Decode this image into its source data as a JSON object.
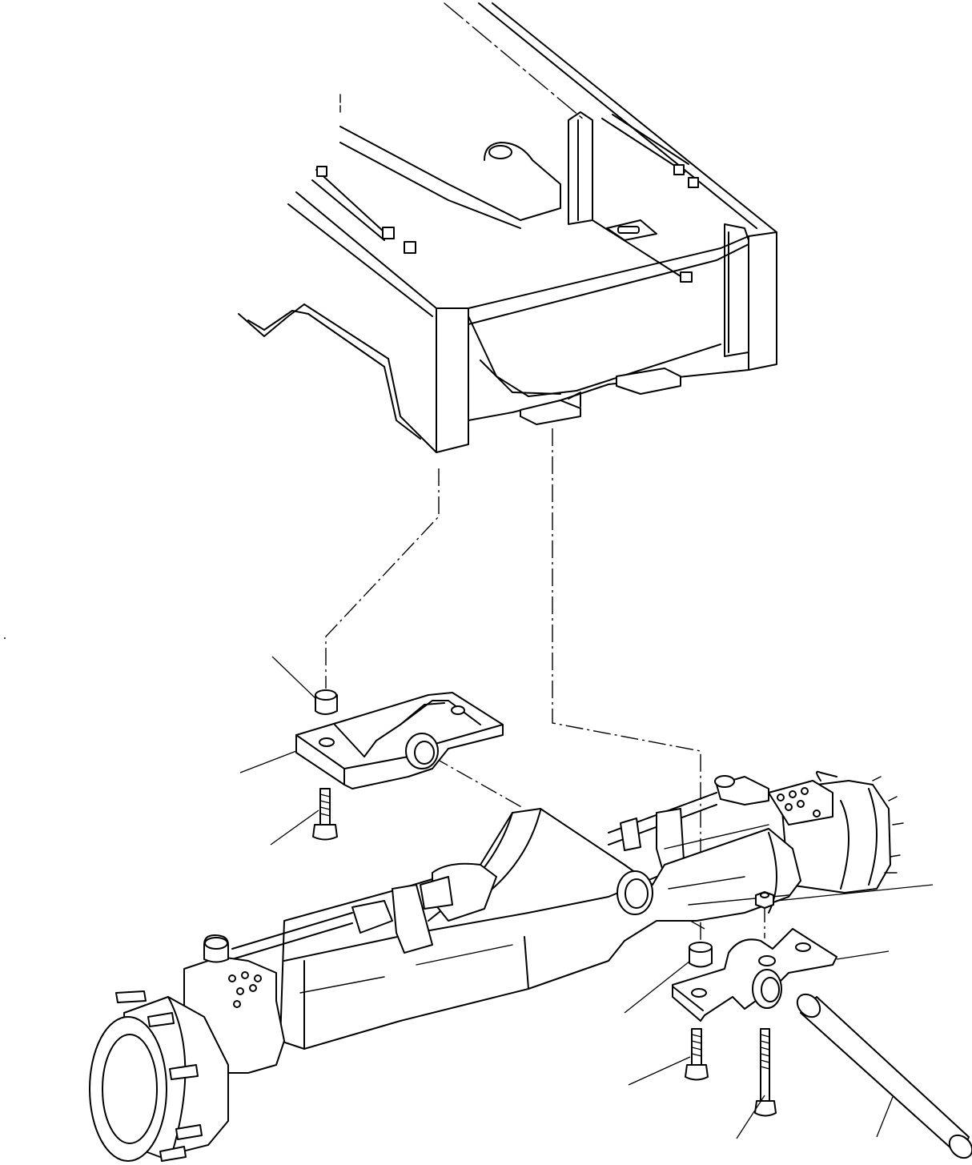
{
  "diagram": {
    "kind": "exploded parts illustration",
    "colors": {
      "line": "#000000",
      "background": "#ffffff"
    },
    "parts": [
      "frame",
      "mounting-bracket-front",
      "bushing-front",
      "bolt-front",
      "axle-housing",
      "nut-rear",
      "bushing-rear",
      "bracket-rear",
      "bolt-rear-left",
      "bolt-rear-right",
      "pivot-pin"
    ]
  }
}
